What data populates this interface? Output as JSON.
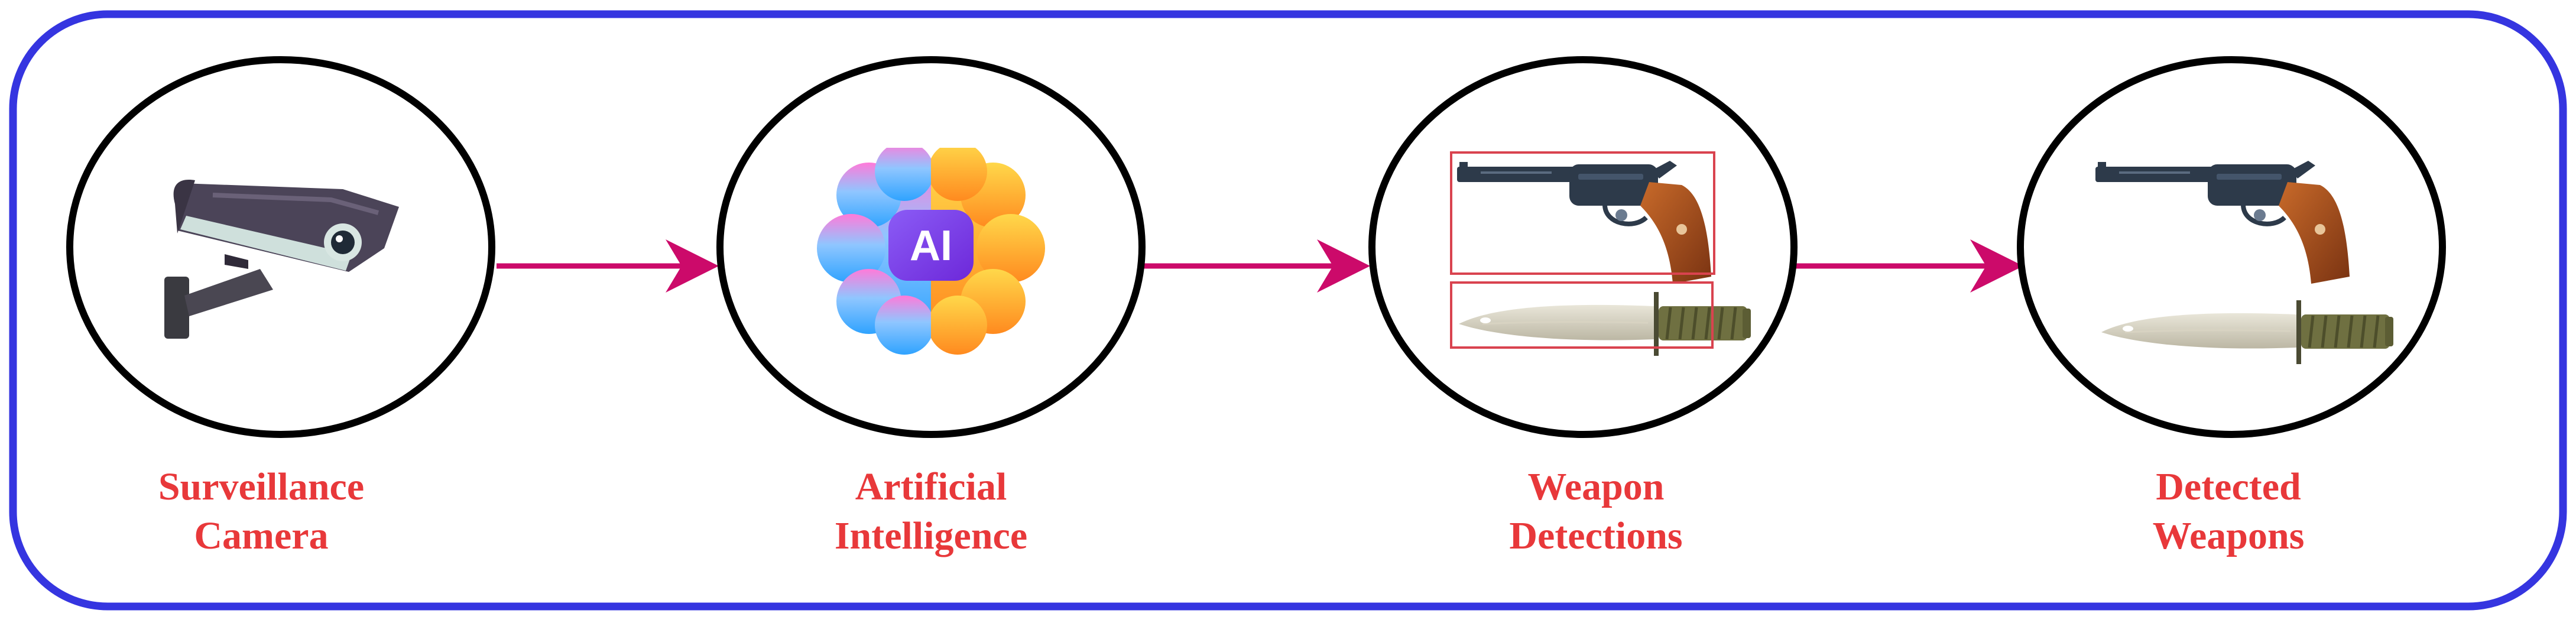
{
  "colors": {
    "frame": "#3535e0",
    "circle_stroke": "#000000",
    "arrow": "#cc0a6a",
    "label": "#e8383a",
    "detection_box": "#d9434f"
  },
  "stages": [
    {
      "label_line1": "Surveillance",
      "label_line2": "Camera",
      "icon": "cctv-camera-icon"
    },
    {
      "label_line1": "Artificial",
      "label_line2": "Intelligence",
      "icon": "ai-brain-icon"
    },
    {
      "label_line1": "Weapon",
      "label_line2": "Detections",
      "icon": "weapons-with-bounding-boxes-icon"
    },
    {
      "label_line1": "Detected",
      "label_line2": "Weapons",
      "icon": "detected-weapons-icon"
    }
  ],
  "ai_badge_text": "AI"
}
